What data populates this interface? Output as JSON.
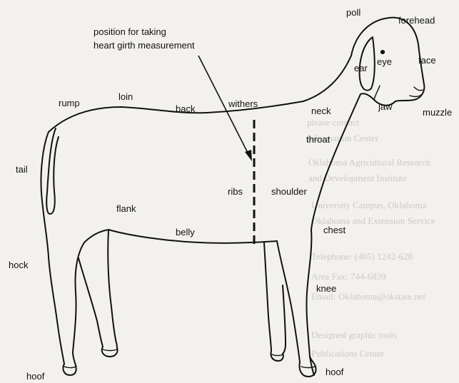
{
  "diagram": {
    "annotation_line1": "position for taking",
    "annotation_line2": "heart girth measurement",
    "labels": {
      "poll": "poll",
      "forehead": "forehead",
      "eye": "eye",
      "ear": "ear",
      "face": "face",
      "jaw": "jaw",
      "muzzle": "muzzle",
      "rump": "rump",
      "loin": "loin",
      "back": "back",
      "withers": "withers",
      "neck": "neck",
      "throat": "throat",
      "tail": "tail",
      "ribs": "ribs",
      "shoulder": "shoulder",
      "flank": "flank",
      "belly": "belly",
      "chest": "chest",
      "hock": "hock",
      "knee": "knee",
      "hoof_rear": "hoof",
      "hoof_front": "hoof"
    },
    "background_text": [
      "please contact",
      "Information Center",
      "Oklahoma Agricultural Research",
      "and Development Institute",
      "University Campus, Oklahoma",
      "Oklahoma and Extension Service",
      "Telephone: (405) 1242-628",
      "Area Fax: 744-6839",
      "Email: Oklahoma@okstate.net",
      "Designed graphic tools",
      "Publications Center"
    ]
  }
}
